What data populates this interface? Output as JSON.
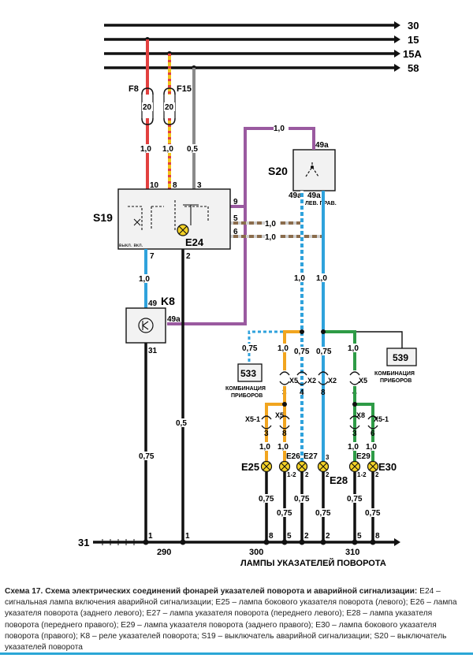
{
  "buses": {
    "b30": "30",
    "b15": "15",
    "b15a": "15A",
    "b58": "58",
    "b31": "31"
  },
  "fuses": {
    "f8": "F8",
    "f15": "F15",
    "f8_rating": "20",
    "f15_rating": "20"
  },
  "components": {
    "s19": "S19",
    "e24": "E24",
    "s20": "S20",
    "k8": "K8",
    "e25": "E25",
    "e26": "E26",
    "e27": "E27",
    "e28": "E28",
    "e29": "E29",
    "e30": "E30",
    "c533": "533",
    "c539": "539",
    "c533_label1": "КОМБИНАЦИЯ",
    "c533_label2": "ПРИБОРОВ",
    "c539_label1": "КОМБИНАЦИЯ",
    "c539_label2": "ПРИБОРОВ",
    "s19_sub": "выкл. вкл.",
    "s20_sub": "ЛЕВ. ПРАВ."
  },
  "pins": {
    "s19_10": "10",
    "s19_8": "8",
    "s19_3": "3",
    "s19_9": "9",
    "s19_5": "5",
    "s19_6": "6",
    "s19_7": "7",
    "s19_2": "2",
    "s20_49a_top": "49a",
    "s20_49a_l": "49a",
    "s20_49a_r": "49a",
    "k8_49": "49",
    "k8_49a": "49a",
    "k8_31": "31",
    "x5_a": "X5",
    "x2_a": "X2",
    "x2_b": "X2",
    "x5_b": "X5",
    "x51_a": "X5-1",
    "x5_c": "X5",
    "x8": "X8",
    "x51_b": "X5-1",
    "p3a": "3",
    "p4a": "4",
    "p8a": "8",
    "p4b": "4",
    "p3b": "3",
    "p8b": "8",
    "p3c": "3",
    "p6c": "6",
    "p12a": "1-2",
    "p2a": "2",
    "p3d": "3",
    "p2b": "2",
    "p12b": "1-2",
    "p2c": "2",
    "g1a": "1",
    "g1b": "1",
    "g8a": "8",
    "g5a": "5",
    "g2a": "2",
    "g2b": "2",
    "g5b": "5",
    "g8b": "8",
    "n290": "290",
    "n300": "300",
    "n310": "310"
  },
  "wire_sizes": {
    "w_s20_top": "1,0",
    "w_red": "1,0",
    "w_yel": "1,0",
    "w_gray": "0,5",
    "w_p5": "1,0",
    "w_p6": "1,0",
    "w_s20l": "1,0",
    "w_s20r": "1,0",
    "w_k8top": "1,0",
    "w_e24gnd": "0,5",
    "w_k8gnd": "0,75",
    "w_533": "0,75",
    "w_orange": "1,0",
    "w_mid1": "0,75",
    "w_mid2": "0,75",
    "w_green": "1,0",
    "w_or_b": "1,0",
    "w_or_c": "1,0",
    "w_gr_b": "1,0",
    "w_gr_c": "1,0",
    "w_g1": "0,75",
    "w_g2": "0,75",
    "w_g3": "0,75",
    "w_g4": "0,75",
    "w_g5": "0,75",
    "w_g6": "0,75"
  },
  "group_label": "ЛАМПЫ УКАЗАТЕЛЕЙ ПОВОРОТА",
  "caption": {
    "title": "Схема 17. Схема электрических соединений фонарей указателей поворота и аварийной сигнализации:",
    "body": "E24 – сигнальная лампа включения аварийной сигнализации; E25 – лампа бокового указателя поворота (левого); E26 – лампа указателя поворота (заднего левого); E27 – лампа указателя поворота (переднего левого); E28 – лампа указателя поворота (переднего правого); E29 – лампа указателя поворота (заднего правого); E30 – лампа бокового указателя поворота (правого); K8 – реле указателей поворота; S19 – выключатель аварийной сигнализации; S20 – выключатель указателей поворота"
  },
  "colors": {
    "red": "#e2403f",
    "yellow": "#f0c419",
    "gray": "#8a8a8a",
    "purple": "#9a5aa0",
    "blue": "#2fa2dc",
    "orange": "#f1a51f",
    "green": "#2e9b46",
    "black": "#111111",
    "brown": "#8a6c4c",
    "lamp": "#f5d327",
    "box": "#f2f2f2"
  }
}
